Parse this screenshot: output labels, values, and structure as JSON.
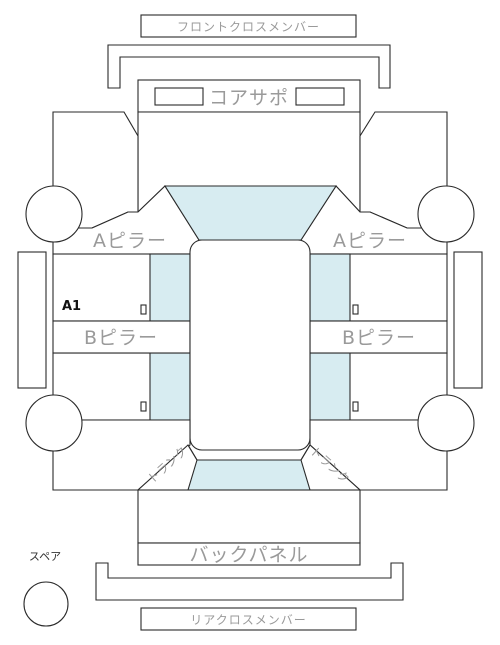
{
  "labels": {
    "front_cross_member": "フロントクロスメンバー",
    "core_support": "コアサポ",
    "a_pillar_left": "Aピラー",
    "a_pillar_right": "Aピラー",
    "b_pillar_left": "Bピラー",
    "b_pillar_right": "Bピラー",
    "trunk_left": "トランク",
    "trunk_right": "トランク",
    "back_panel": "バックパネル",
    "rear_cross_member": "リアクロスメンバー",
    "spare": "スペア",
    "marker": "A1"
  },
  "colors": {
    "glass": "#d7ecf1",
    "line": "#2a2a2a",
    "label": "#9a9a9a"
  }
}
